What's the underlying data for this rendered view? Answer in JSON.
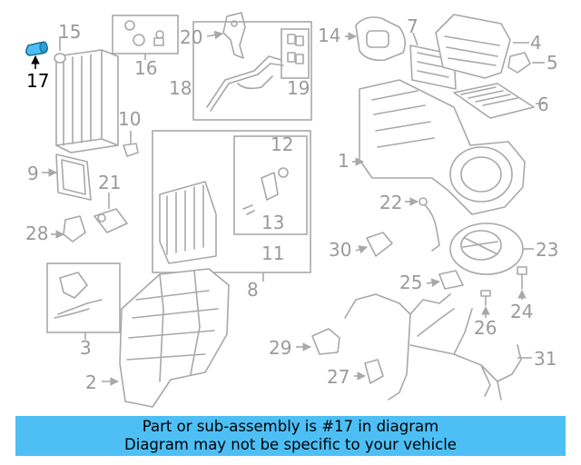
{
  "diagram": {
    "highlighted_part": "17",
    "highlight_color": "#4dbff5",
    "callouts": [
      "1",
      "2",
      "3",
      "4",
      "5",
      "6",
      "7",
      "8",
      "9",
      "10",
      "11",
      "12",
      "13",
      "14",
      "15",
      "16",
      "17",
      "18",
      "19",
      "20",
      "21",
      "22",
      "23",
      "24",
      "25",
      "26",
      "27",
      "28",
      "29",
      "30",
      "31"
    ]
  },
  "banner": {
    "line1": "Part or sub-assembly is #17 in diagram",
    "line2": "Diagram may not be specific to your vehicle",
    "background": "#4dbff5"
  }
}
